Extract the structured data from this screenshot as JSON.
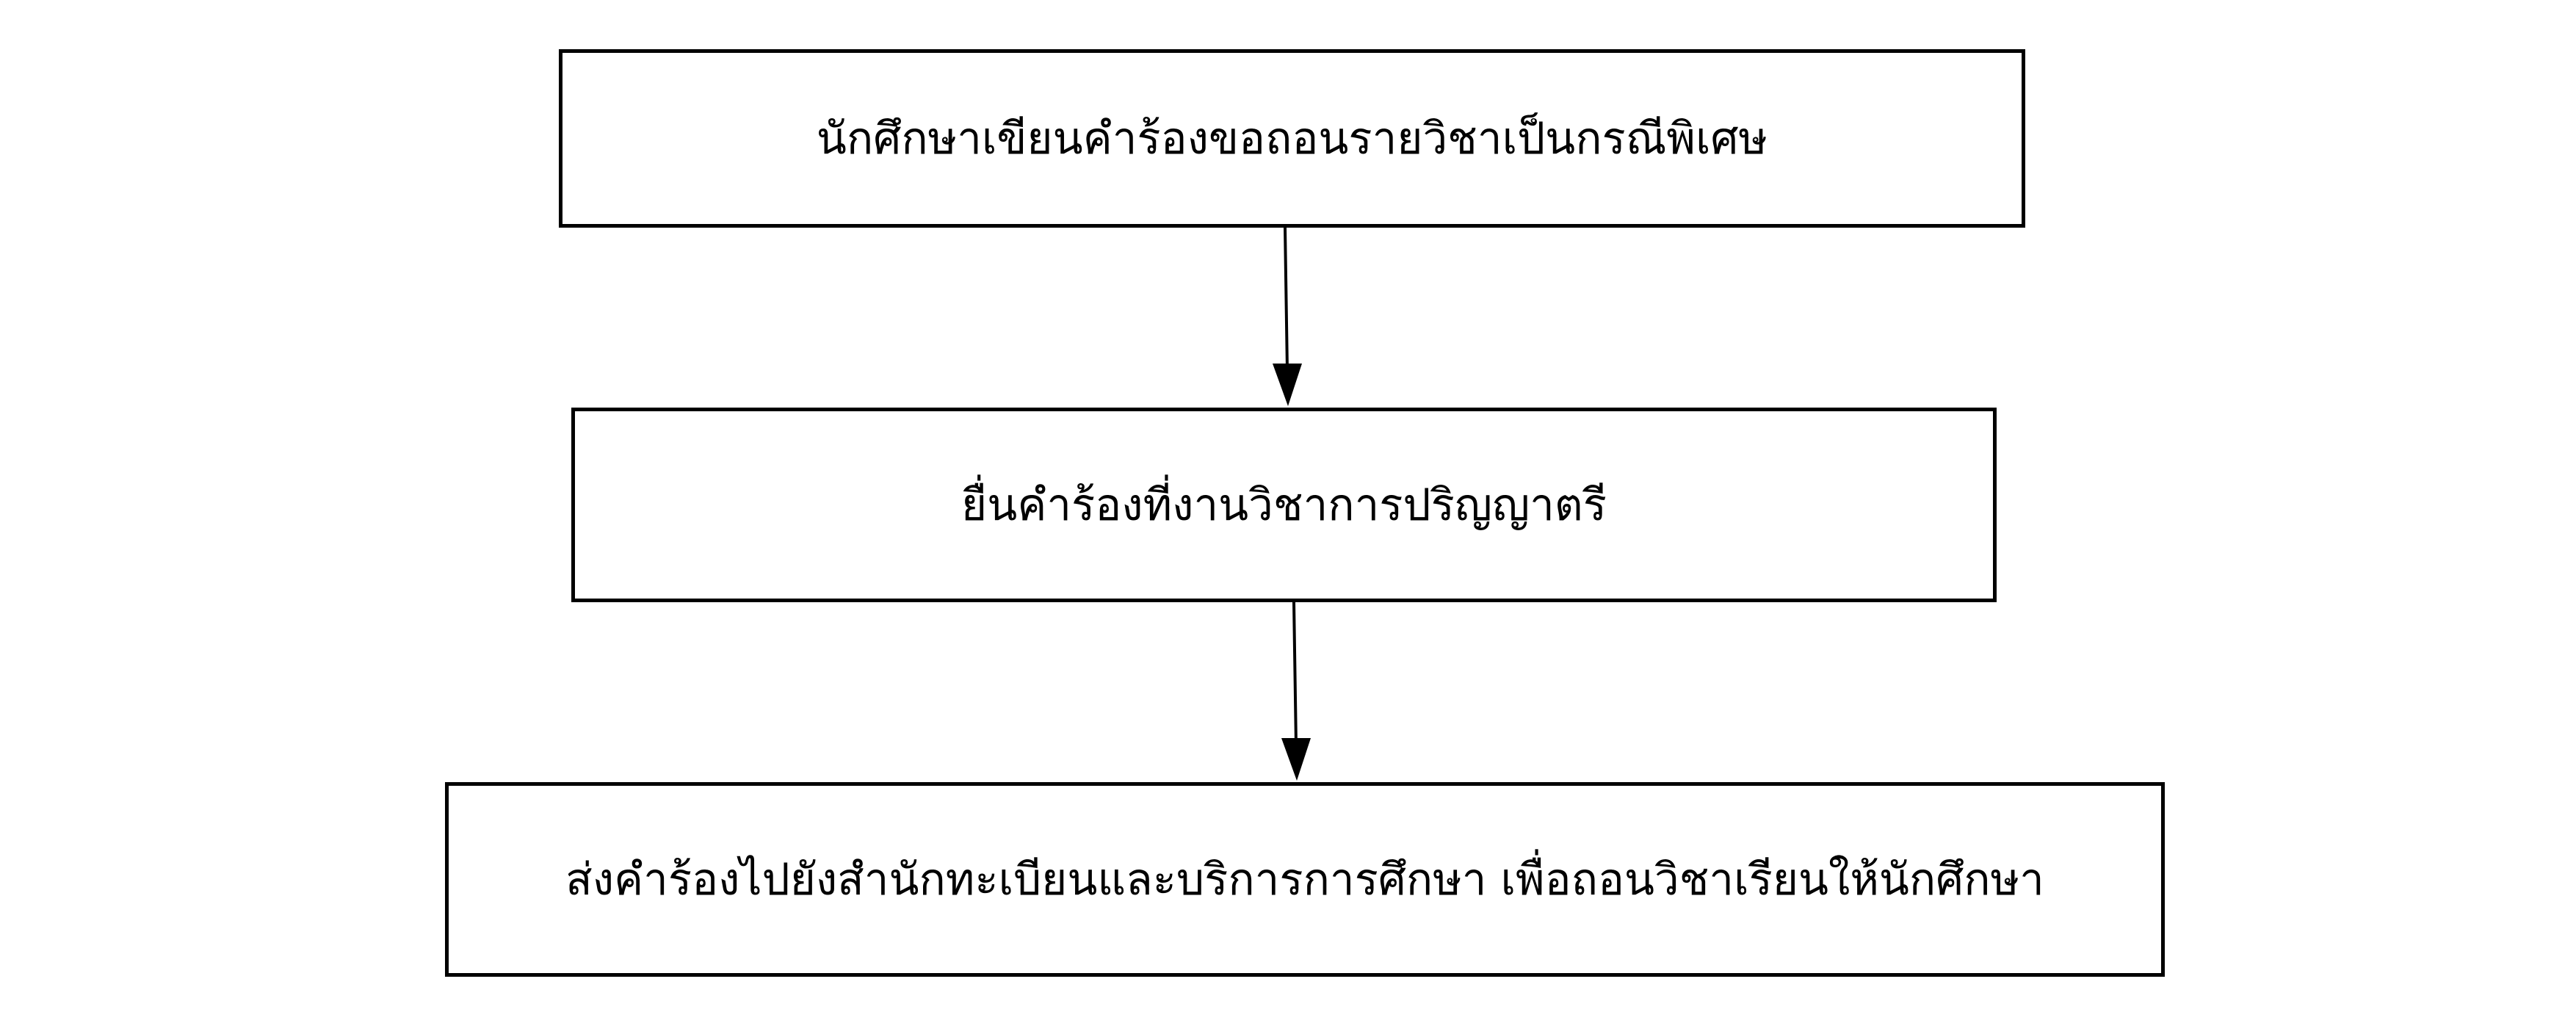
{
  "flowchart": {
    "steps": [
      {
        "label": "นักศึกษาเขียนคำร้องขอถอนรายวิชาเป็นกรณีพิเศษ"
      },
      {
        "label": "ยื่นคำร้องที่งานวิชาการปริญญาตรี"
      },
      {
        "label": "ส่งคำร้องไปยังสำนักทะเบียนและบริการการศึกษา เพื่อถอนวิชาเรียนให้นักศึกษา"
      }
    ],
    "colors": {
      "stroke": "#000000",
      "background": "#ffffff"
    }
  }
}
